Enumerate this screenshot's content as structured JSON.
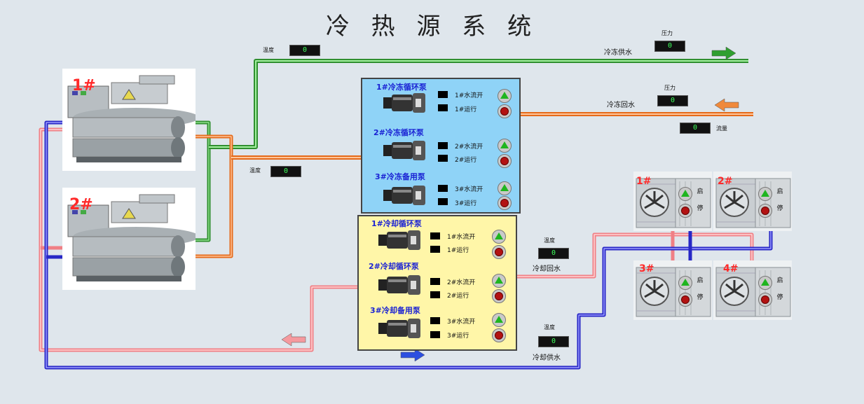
{
  "title": "冷 热 源 系 统",
  "chillers": [
    {
      "label": "1#"
    },
    {
      "label": "2#"
    }
  ],
  "pipes": {
    "chilled_supply": {
      "label": "冷冻供水",
      "temp_label": "温度",
      "temp_value": "0",
      "pressure_label": "压力",
      "pressure_value": "0"
    },
    "chilled_return": {
      "label": "冷冻回水",
      "temp_label": "温度",
      "temp_value": "0",
      "pressure_label": "压力",
      "pressure_value": "0",
      "flow_label": "流量",
      "flow_value": "0"
    },
    "cooling_return": {
      "label": "冷却回水",
      "temp_label": "温度",
      "temp_value": "0"
    },
    "cooling_supply": {
      "label": "冷却供水",
      "temp_label": "温度",
      "temp_value": "0"
    }
  },
  "chilled_pumps": [
    {
      "title": "1#冷冻循环泵",
      "flow": "1#水流开",
      "run": "1#运行"
    },
    {
      "title": "2#冷冻循环泵",
      "flow": "2#水流开",
      "run": "2#运行"
    },
    {
      "title": "3#冷冻备用泵",
      "flow": "3#水流开",
      "run": "3#运行"
    }
  ],
  "cooling_pumps": [
    {
      "title": "1#冷却循环泵",
      "flow": "1#水流开",
      "run": "1#运行"
    },
    {
      "title": "2#冷却循环泵",
      "flow": "2#水流开",
      "run": "2#运行"
    },
    {
      "title": "3#冷却备用泵",
      "flow": "3#水流开",
      "run": "3#运行"
    }
  ],
  "towers": [
    {
      "label": "1#",
      "start": "启",
      "stop": "停"
    },
    {
      "label": "2#",
      "start": "启",
      "stop": "停"
    },
    {
      "label": "3#",
      "start": "启",
      "stop": "停"
    },
    {
      "label": "4#",
      "start": "启",
      "stop": "停"
    }
  ],
  "colors": {
    "chilled_supply": "#3aa83a",
    "chilled_return": "#f08a3c",
    "cooling_return": "#f5a3a3",
    "cooling_supply": "#3b3bd9",
    "chilled_panel": "#8fd3f7",
    "cooling_panel": "#fff6a8"
  }
}
